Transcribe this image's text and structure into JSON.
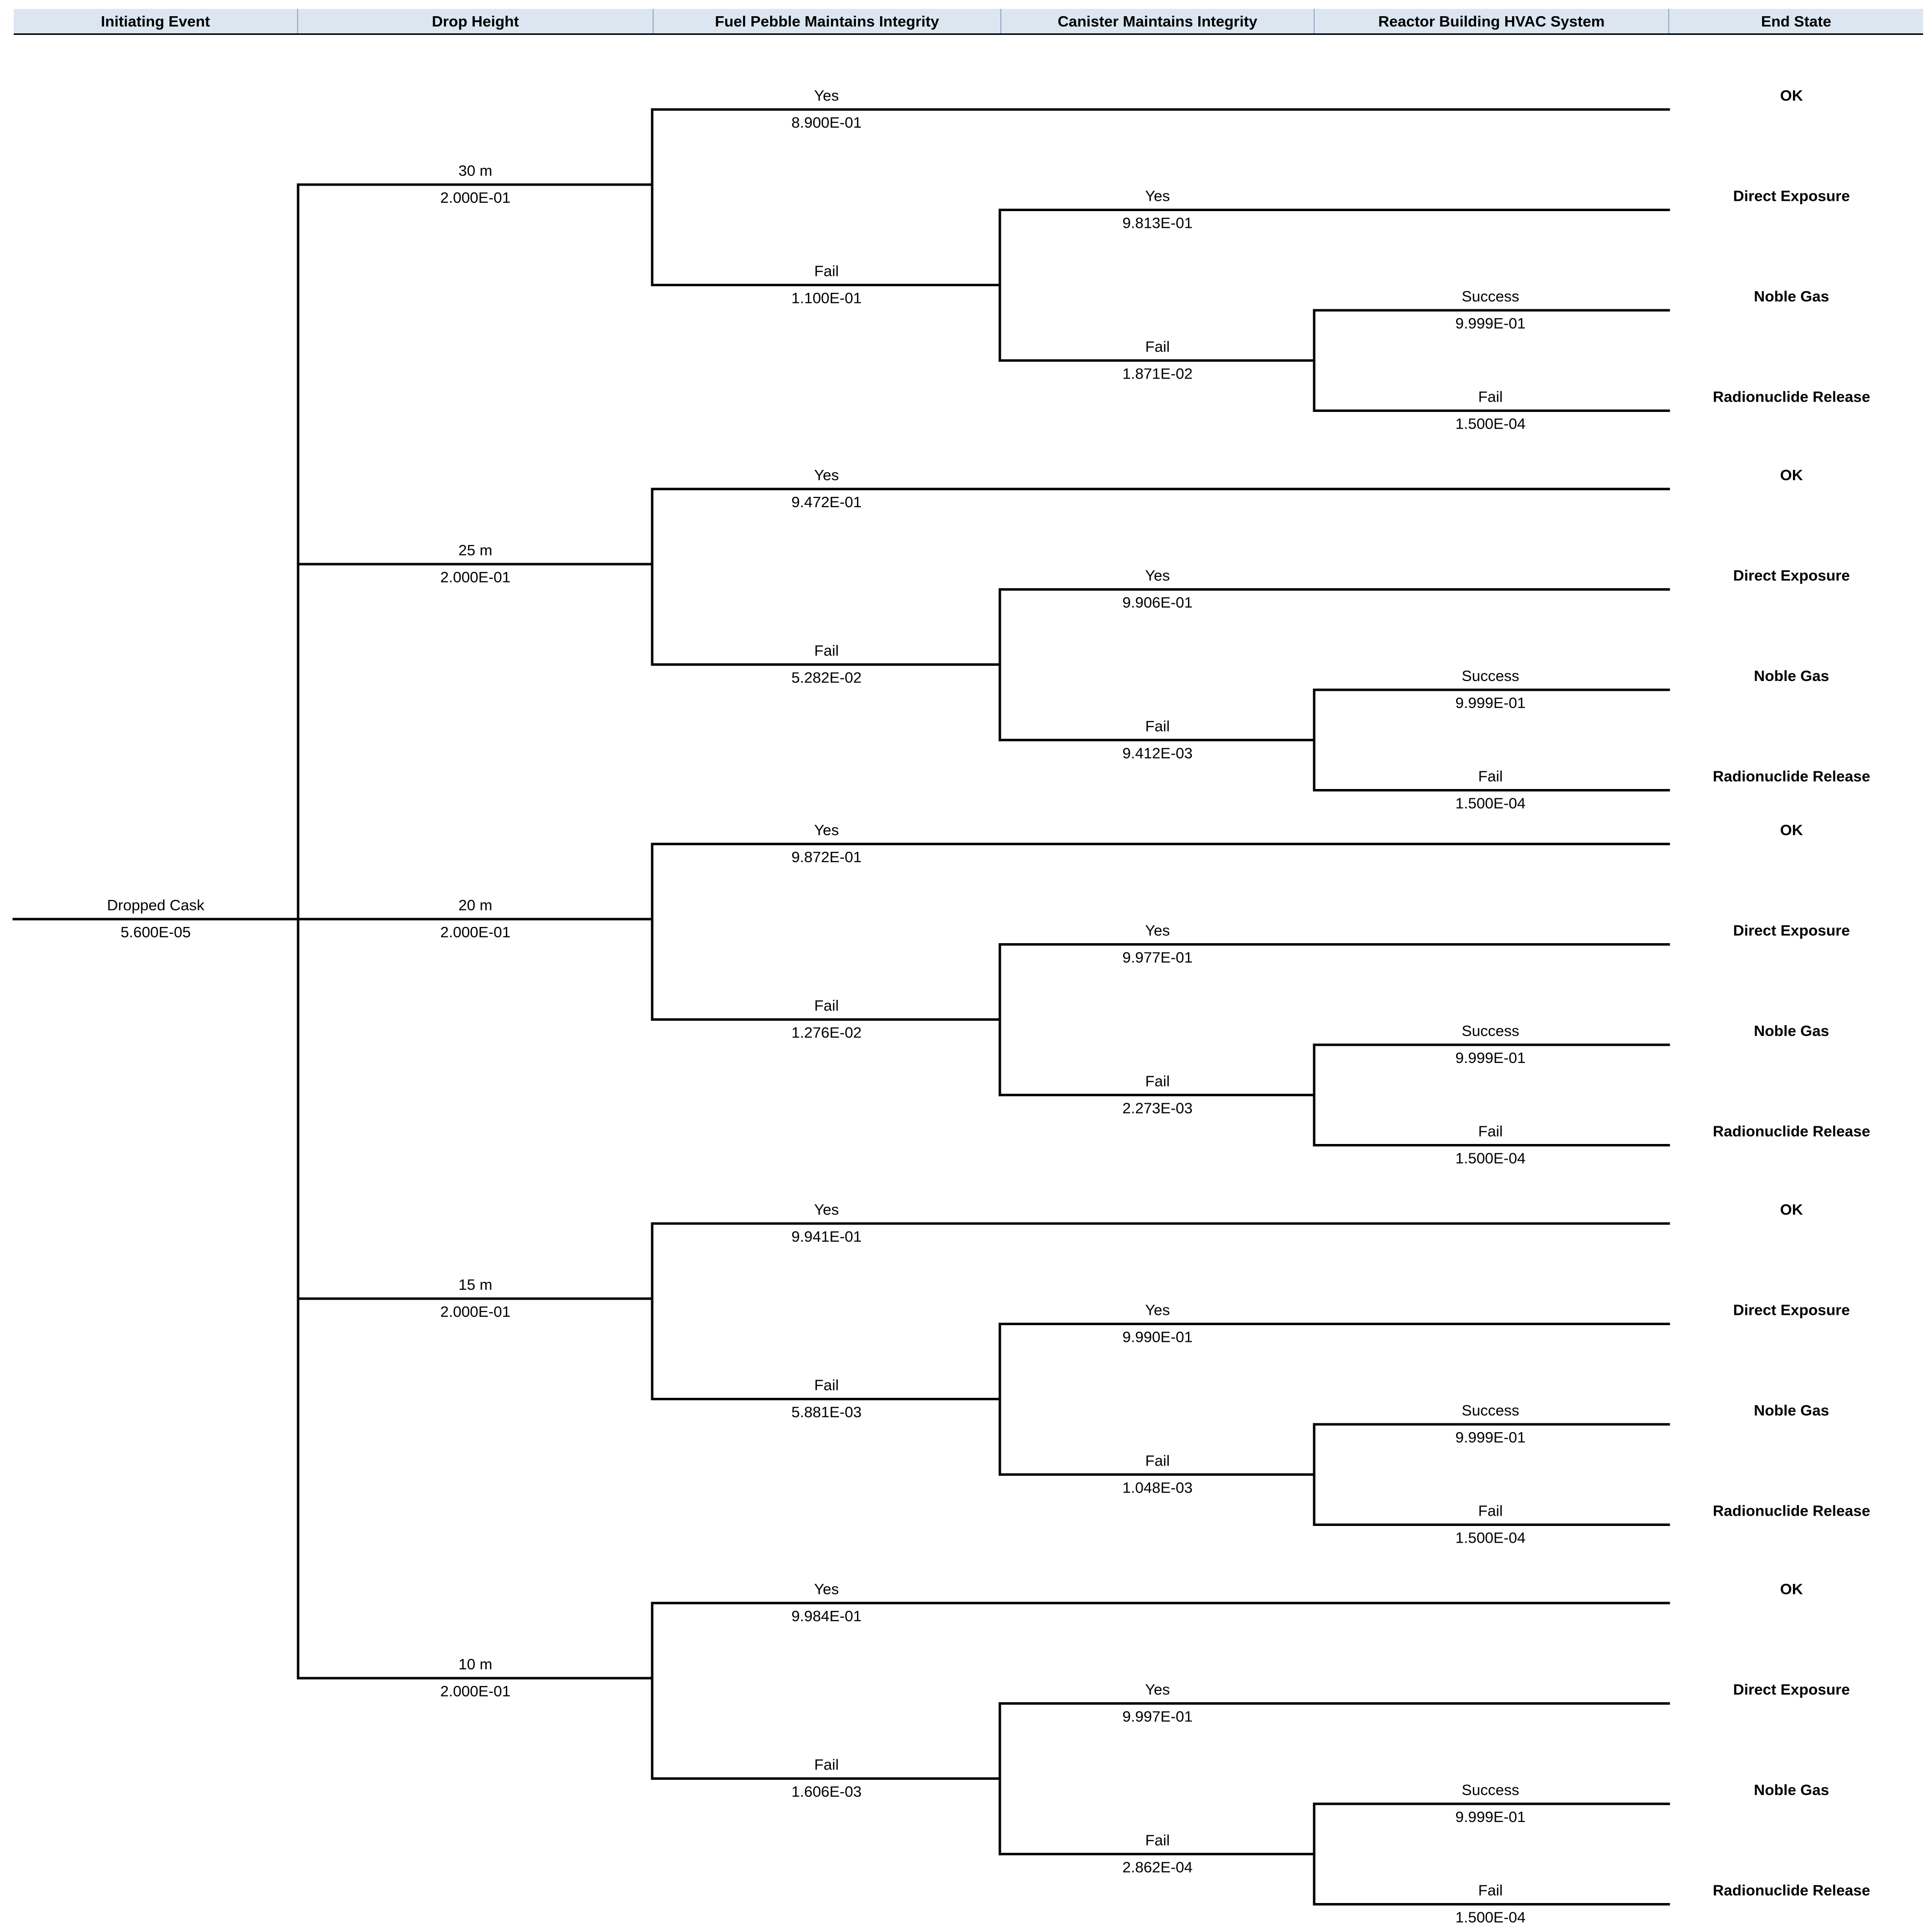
{
  "header": {
    "initiating_event": "Initiating Event",
    "drop_height": "Drop Height",
    "fuel_pebble": "Fuel Pebble Maintains Integrity",
    "canister": "Canister Maintains Integrity",
    "hvac": "Reactor Building HVAC System",
    "end_state": "End State"
  },
  "initiating": {
    "label": "Dropped Cask",
    "value": "5.600E-05"
  },
  "heights": [
    {
      "label": "30 m",
      "value": "2.000E-01",
      "pebble_yes": {
        "label": "Yes",
        "value": "8.900E-01"
      },
      "pebble_fail": {
        "label": "Fail",
        "value": "1.100E-01"
      },
      "canister_yes": {
        "label": "Yes",
        "value": "9.813E-01"
      },
      "canister_fail": {
        "label": "Fail",
        "value": "1.871E-02"
      },
      "hvac_success": {
        "label": "Success",
        "value": "9.999E-01"
      },
      "hvac_fail": {
        "label": "Fail",
        "value": "1.500E-04"
      }
    },
    {
      "label": "25 m",
      "value": "2.000E-01",
      "pebble_yes": {
        "label": "Yes",
        "value": "9.472E-01"
      },
      "pebble_fail": {
        "label": "Fail",
        "value": "5.282E-02"
      },
      "canister_yes": {
        "label": "Yes",
        "value": "9.906E-01"
      },
      "canister_fail": {
        "label": "Fail",
        "value": "9.412E-03"
      },
      "hvac_success": {
        "label": "Success",
        "value": "9.999E-01"
      },
      "hvac_fail": {
        "label": "Fail",
        "value": "1.500E-04"
      }
    },
    {
      "label": "20 m",
      "value": "2.000E-01",
      "pebble_yes": {
        "label": "Yes",
        "value": "9.872E-01"
      },
      "pebble_fail": {
        "label": "Fail",
        "value": "1.276E-02"
      },
      "canister_yes": {
        "label": "Yes",
        "value": "9.977E-01"
      },
      "canister_fail": {
        "label": "Fail",
        "value": "2.273E-03"
      },
      "hvac_success": {
        "label": "Success",
        "value": "9.999E-01"
      },
      "hvac_fail": {
        "label": "Fail",
        "value": "1.500E-04"
      }
    },
    {
      "label": "15 m",
      "value": "2.000E-01",
      "pebble_yes": {
        "label": "Yes",
        "value": "9.941E-01"
      },
      "pebble_fail": {
        "label": "Fail",
        "value": "5.881E-03"
      },
      "canister_yes": {
        "label": "Yes",
        "value": "9.990E-01"
      },
      "canister_fail": {
        "label": "Fail",
        "value": "1.048E-03"
      },
      "hvac_success": {
        "label": "Success",
        "value": "9.999E-01"
      },
      "hvac_fail": {
        "label": "Fail",
        "value": "1.500E-04"
      }
    },
    {
      "label": "10 m",
      "value": "2.000E-01",
      "pebble_yes": {
        "label": "Yes",
        "value": "9.984E-01"
      },
      "pebble_fail": {
        "label": "Fail",
        "value": "1.606E-03"
      },
      "canister_yes": {
        "label": "Yes",
        "value": "9.997E-01"
      },
      "canister_fail": {
        "label": "Fail",
        "value": "2.862E-04"
      },
      "hvac_success": {
        "label": "Success",
        "value": "9.999E-01"
      },
      "hvac_fail": {
        "label": "Fail",
        "value": "1.500E-04"
      }
    }
  ],
  "end_states": [
    "OK",
    "Direct Exposure",
    "Noble Gas",
    "Radionuclide Release"
  ],
  "colors": {
    "header_bg": "#dce6f1",
    "line": "#000000"
  }
}
